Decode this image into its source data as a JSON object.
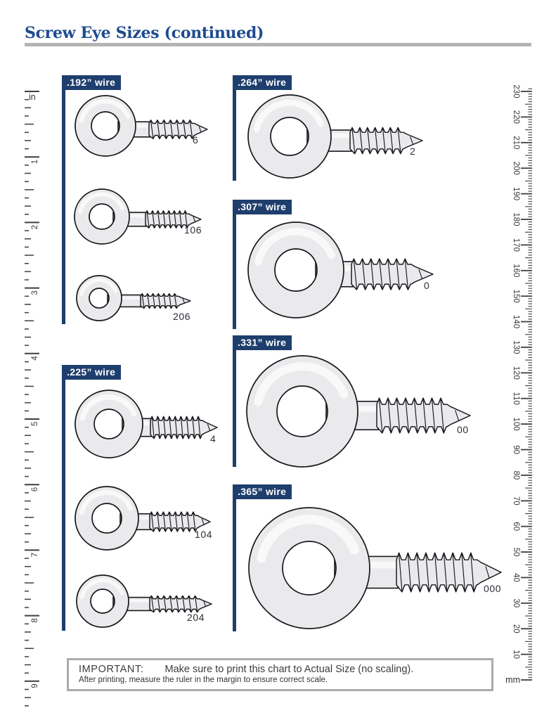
{
  "page": {
    "title": "Screw Eye Sizes (continued)"
  },
  "rulers": {
    "inch": {
      "unit_label": "in",
      "numbers": [
        "1",
        "2",
        "3",
        "4",
        "5",
        "6",
        "7",
        "8",
        "9"
      ]
    },
    "mm": {
      "unit_label": "mm",
      "numbers": [
        "10",
        "20",
        "30",
        "40",
        "50",
        "60",
        "70",
        "80",
        "90",
        "100",
        "110",
        "120",
        "130",
        "140",
        "150",
        "160",
        "170",
        "180",
        "190",
        "200",
        "210",
        "220",
        "230"
      ]
    }
  },
  "sections": [
    {
      "wire_label": ".192” wire",
      "items": [
        {
          "size": "6"
        },
        {
          "size": "106"
        },
        {
          "size": "206"
        }
      ]
    },
    {
      "wire_label": ".225” wire",
      "items": [
        {
          "size": "4"
        },
        {
          "size": "104"
        },
        {
          "size": "204"
        }
      ]
    },
    {
      "wire_label": ".264” wire",
      "items": [
        {
          "size": "2"
        }
      ]
    },
    {
      "wire_label": ".307” wire",
      "items": [
        {
          "size": "0"
        }
      ]
    },
    {
      "wire_label": ".331” wire",
      "items": [
        {
          "size": "00"
        }
      ]
    },
    {
      "wire_label": ".365” wire",
      "items": [
        {
          "size": "000"
        }
      ]
    }
  ],
  "notice": {
    "heading": "IMPORTANT:",
    "line1": "Make sure to print this chart to Actual Size (no scaling).",
    "line2": "After printing, measure the ruler in the margin to ensure correct scale."
  },
  "colors": {
    "navy": "#1e3e6d",
    "title_blue": "#1d4b8f",
    "steel_fill": "#eaeaec",
    "outline": "#17181c",
    "ruler_tick": "#3f3f3f",
    "title_rule_gray": "#b4b4b4",
    "notice_border_gray": "#ababab",
    "label_text": "#2b2e36"
  }
}
